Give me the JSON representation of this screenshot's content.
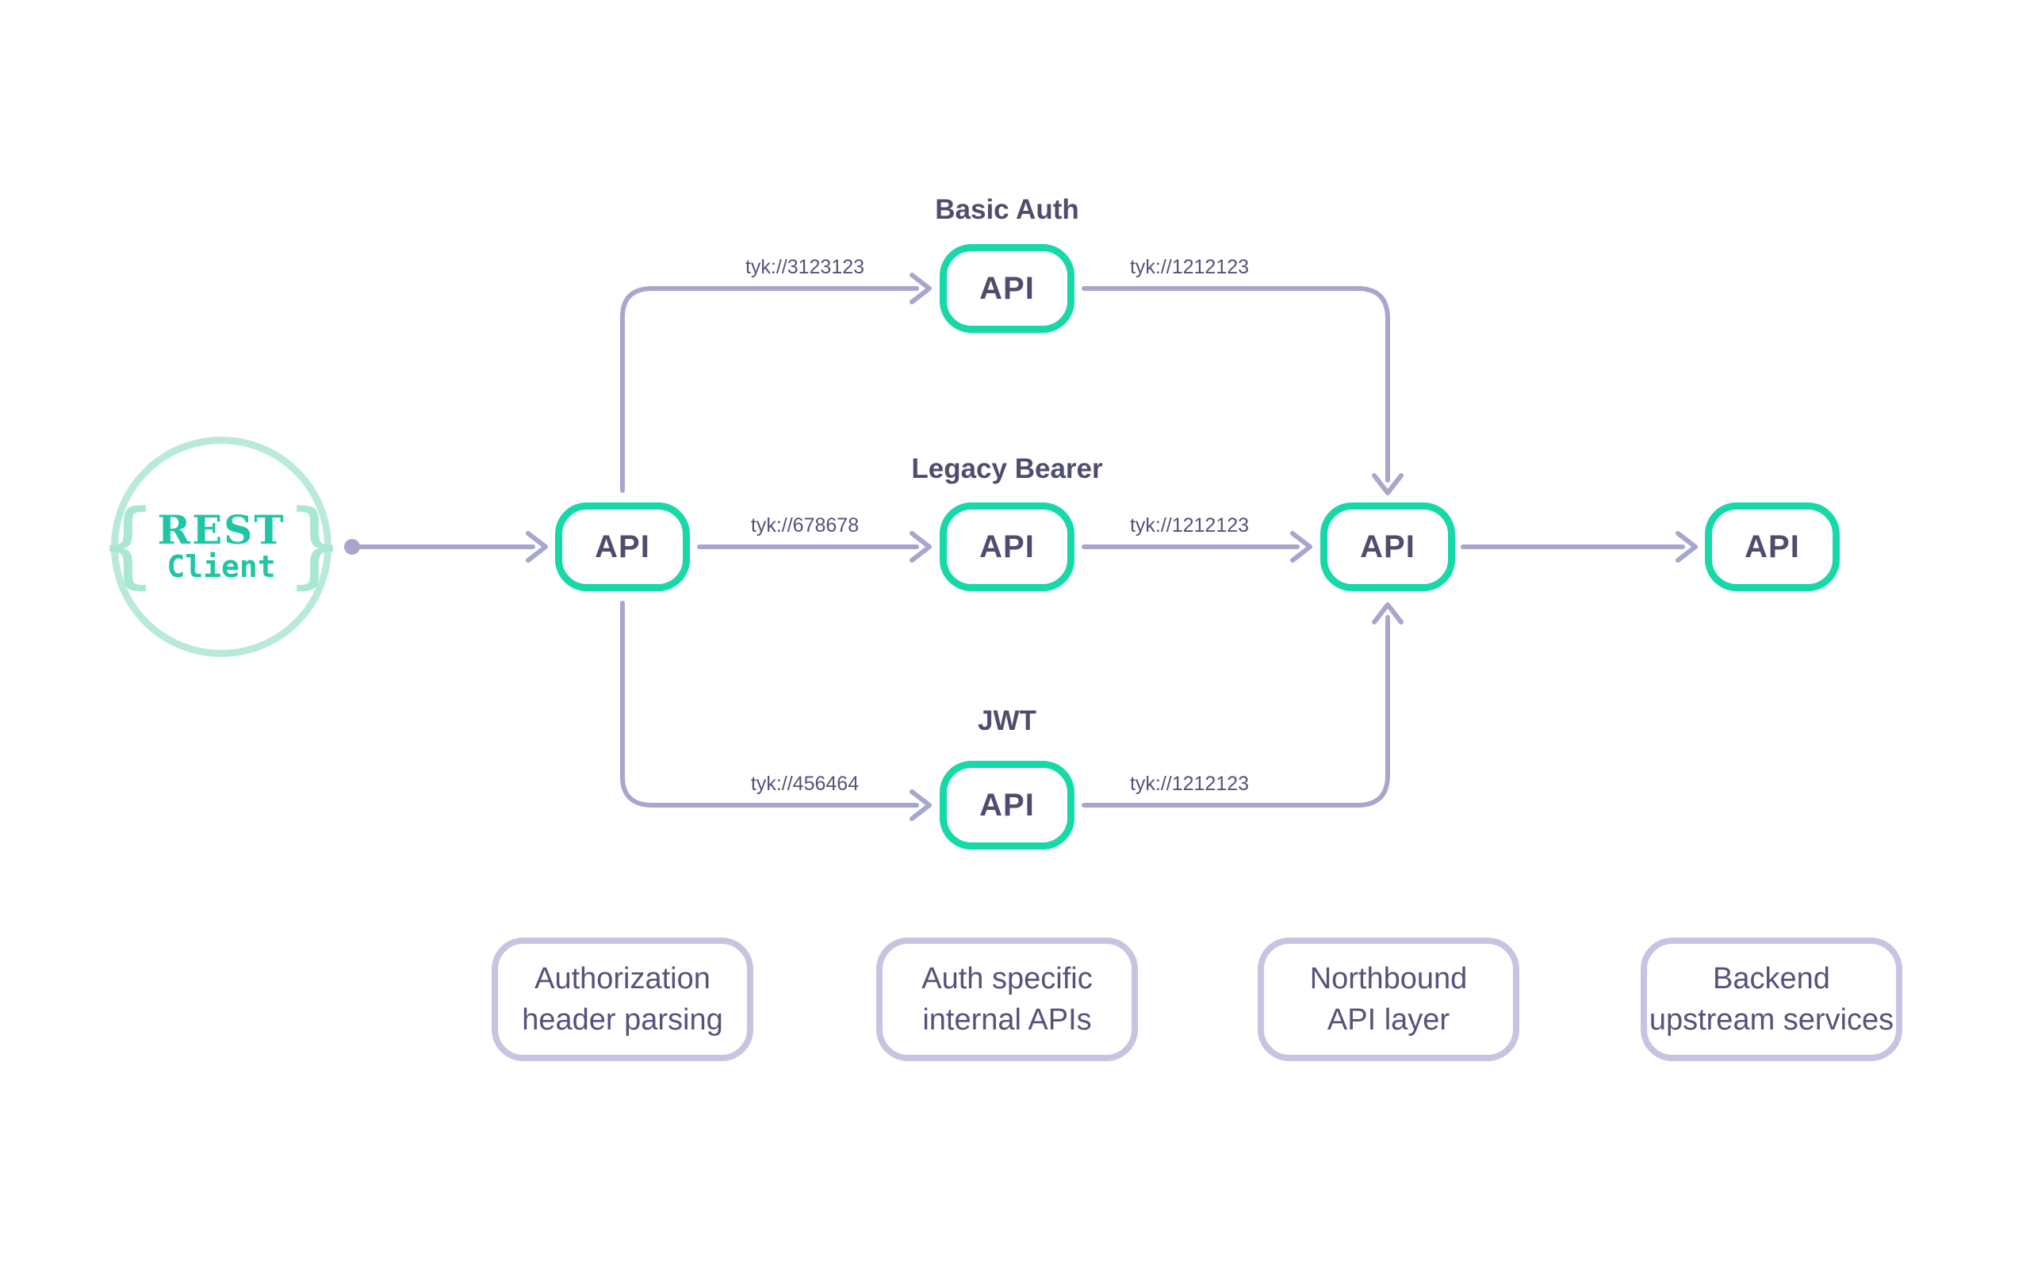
{
  "client": {
    "brace_left": "{",
    "brace_right": "}",
    "title": "REST",
    "subtitle": "Client"
  },
  "nodes": {
    "gateway_api_label": "API",
    "northbound_api_label": "API",
    "backend_api_label": "API",
    "auth_rows": [
      {
        "heading": "Basic Auth",
        "api_label": "API",
        "in_label": "tyk://3123123",
        "out_label": "tyk://1212123"
      },
      {
        "heading": "Legacy Bearer",
        "api_label": "API",
        "in_label": "tyk://678678",
        "out_label": "tyk://1212123"
      },
      {
        "heading": "JWT",
        "api_label": "API",
        "in_label": "tyk://456464",
        "out_label": "tyk://1212123"
      }
    ]
  },
  "footnotes": [
    {
      "lines": [
        "Authorization",
        "header parsing"
      ]
    },
    {
      "lines": [
        "Auth specific",
        "internal APIs"
      ]
    },
    {
      "lines": [
        "Northbound",
        "API layer"
      ]
    },
    {
      "lines": [
        "Backend",
        "upstream services"
      ]
    }
  ],
  "colors": {
    "api_border_teal": "#17d8a7",
    "client_circle_mint": "#b9ead9",
    "client_text_teal": "#1ec6a5",
    "node_text_slate": "#4f4d6e",
    "connector_lavender": "#a9a6ce",
    "footnote_border_lavender": "#c7c4e2"
  }
}
